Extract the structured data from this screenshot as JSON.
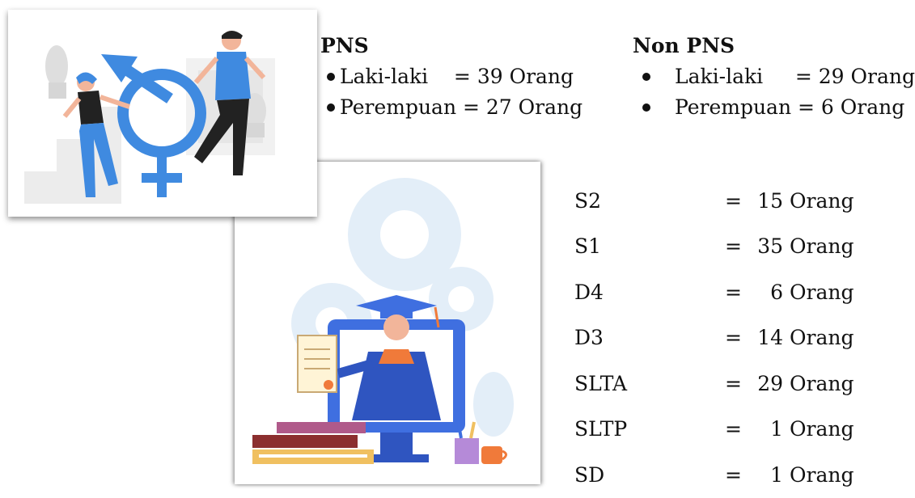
{
  "pns": {
    "title": "PNS",
    "items": [
      {
        "label": "Laki-laki    = 39 Orang"
      },
      {
        "label": "Perempuan = 27 Orang"
      }
    ]
  },
  "non_pns": {
    "title": "Non PNS",
    "items": [
      {
        "label": "Laki-laki     = 29 Orang"
      },
      {
        "label": "Perempuan = 6 Orang"
      }
    ]
  },
  "education": {
    "rows": [
      {
        "level": "S2",
        "eq": "=",
        "count": "15",
        "unit": "Orang"
      },
      {
        "level": "S1",
        "eq": "=",
        "count": "35",
        "unit": "Orang"
      },
      {
        "level": "D4",
        "eq": "=",
        "count": "6",
        "unit": "Orang"
      },
      {
        "level": "D3",
        "eq": "=",
        "count": "14",
        "unit": "Orang"
      },
      {
        "level": "SLTA",
        "eq": "=",
        "count": "29",
        "unit": "Orang"
      },
      {
        "level": "SLTP",
        "eq": "=",
        "count": "1",
        "unit": "Orang"
      },
      {
        "level": "SD",
        "eq": "=",
        "count": "1",
        "unit": "Orang"
      }
    ]
  },
  "colors": {
    "accent_blue": "#3f8ae0",
    "light_blue": "#cfe3f5",
    "orange": "#f07a3a",
    "gray_bg": "#e8e8e8"
  }
}
